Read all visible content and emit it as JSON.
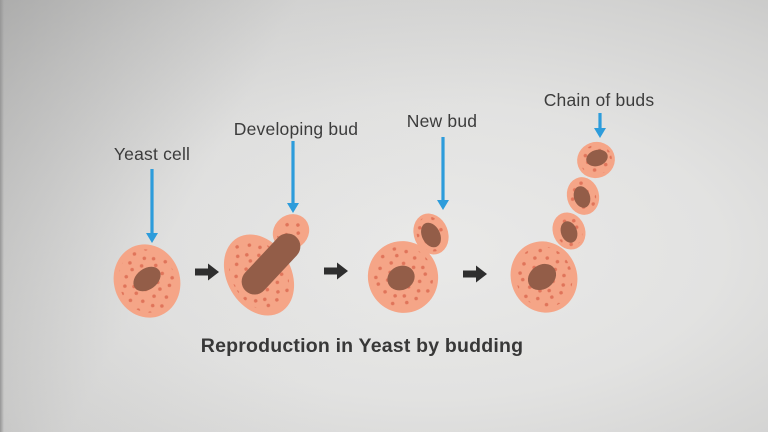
{
  "diagram": {
    "title": "Reproduction in Yeast by budding",
    "stages": [
      {
        "id": "yeast-cell",
        "label": "Yeast cell"
      },
      {
        "id": "developing-bud",
        "label": "Developing bud"
      },
      {
        "id": "new-bud",
        "label": "New bud"
      },
      {
        "id": "chain-of-buds",
        "label": "Chain of buds"
      }
    ]
  },
  "colors": {
    "cell_body": "#f5a587",
    "cell_dots": "#e0745a",
    "nucleus": "#935d48",
    "pointer_arrow": "#2d9cdb",
    "flow_arrow": "#2e2e2e",
    "label_text": "#3c3c3c",
    "title_text": "#383838",
    "background": "#d9d9d8"
  }
}
